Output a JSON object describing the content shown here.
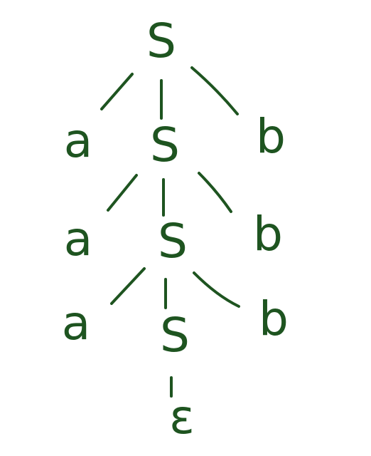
{
  "colors": {
    "ink": "#1e5420",
    "background": "#ffffff"
  },
  "tree": {
    "root": {
      "label": "S",
      "children": [
        {
          "label": "a"
        },
        {
          "label": "S",
          "children": [
            {
              "label": "a"
            },
            {
              "label": "S",
              "children": [
                {
                  "label": "a"
                },
                {
                  "label": "S",
                  "children": [
                    {
                      "label": "ε"
                    }
                  ]
                },
                {
                  "label": "b"
                }
              ]
            },
            {
              "label": "b"
            }
          ]
        },
        {
          "label": "b"
        }
      ]
    }
  }
}
